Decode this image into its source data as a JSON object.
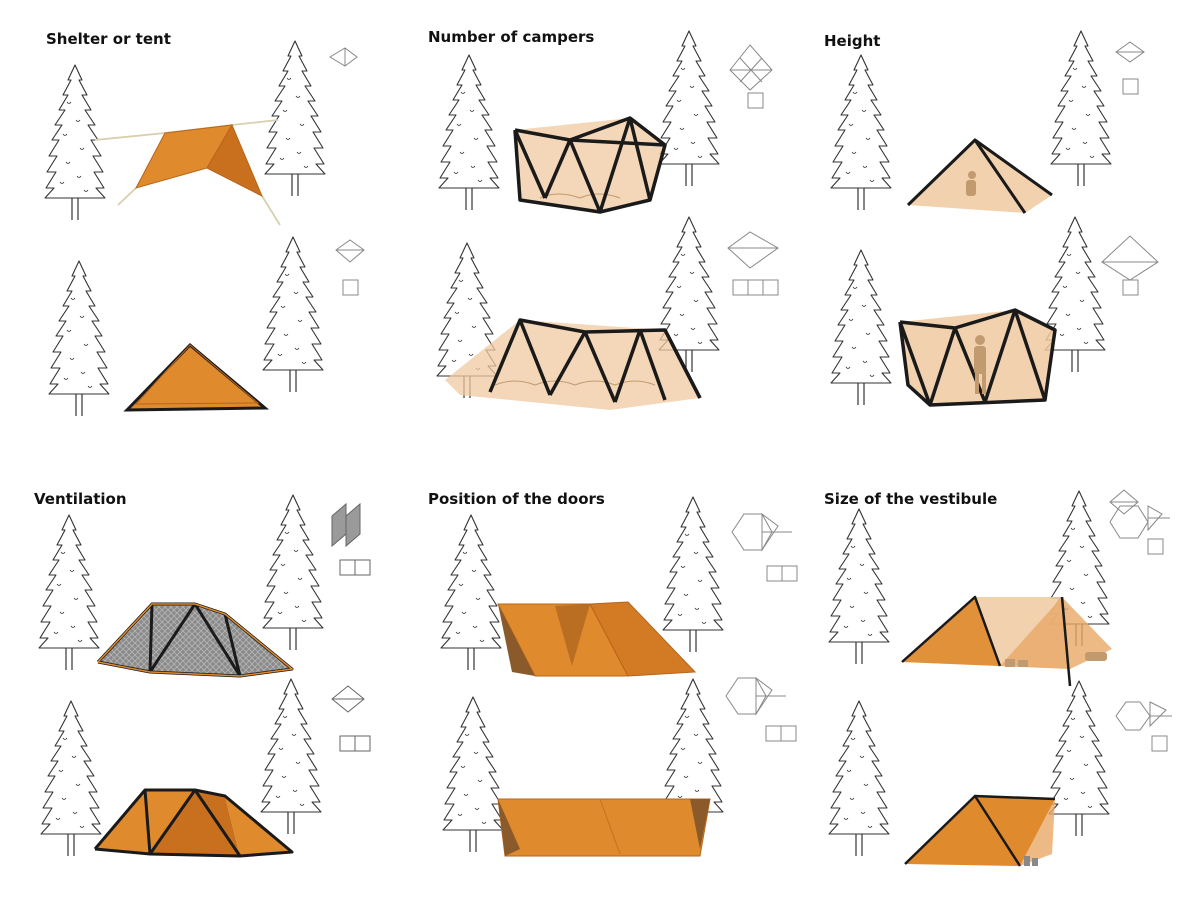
{
  "panels": [
    {
      "title": "Shelter or tent"
    },
    {
      "title": "Number of campers"
    },
    {
      "title": "Height"
    },
    {
      "title": "Ventilation"
    },
    {
      "title": "Position of the doors"
    },
    {
      "title": "Size of the vestibule"
    }
  ],
  "colors": {
    "tent_orange": "#df8a2c",
    "tent_dark": "#b8651a",
    "tent_light": "#f0c9a0",
    "frame": "#1a1a1a",
    "tree_stroke": "#333333",
    "rope": "#d8cfae",
    "icon_stroke": "#888888"
  }
}
